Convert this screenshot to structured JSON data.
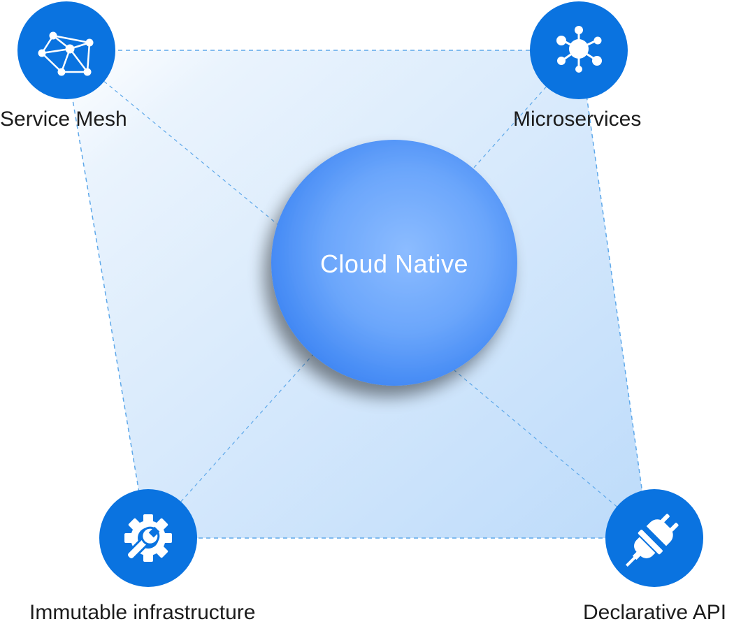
{
  "center": {
    "label": "Cloud Native"
  },
  "nodes": [
    {
      "id": "service-mesh",
      "label": "Service Mesh",
      "icon": "mesh-network-icon"
    },
    {
      "id": "microservices",
      "label": "Microservices",
      "icon": "hub-nodes-icon"
    },
    {
      "id": "immutable-infrastructure",
      "label": "Immutable infrastructure",
      "icon": "gear-wrench-icon"
    },
    {
      "id": "declarative-api",
      "label": "Declarative API",
      "icon": "plug-icon"
    }
  ],
  "colors": {
    "node_fill": "#0a73e0",
    "center_light": "#86b8ff",
    "center_dark": "#3f86f5",
    "panel_light": "#eef6fe",
    "panel_dark": "#bcdcfb",
    "connector": "#5ea8ea",
    "label_text": "#1c1c1c"
  }
}
